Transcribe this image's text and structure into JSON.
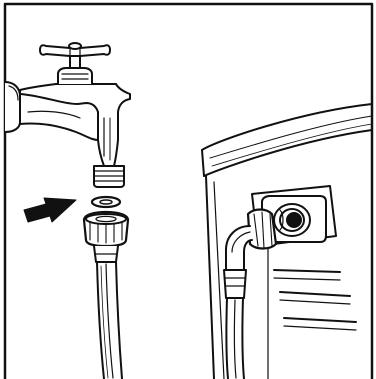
{
  "figure": {
    "style": "black line drawing on white",
    "ink_color": "#111111",
    "background_color": "#ffffff",
    "components": [
      "border-frame",
      "wall-tap",
      "washer",
      "direction-arrow",
      "hose-connector",
      "hose",
      "appliance-cabinet",
      "inlet-valve",
      "elbow-connector",
      "appliance-hose"
    ]
  }
}
